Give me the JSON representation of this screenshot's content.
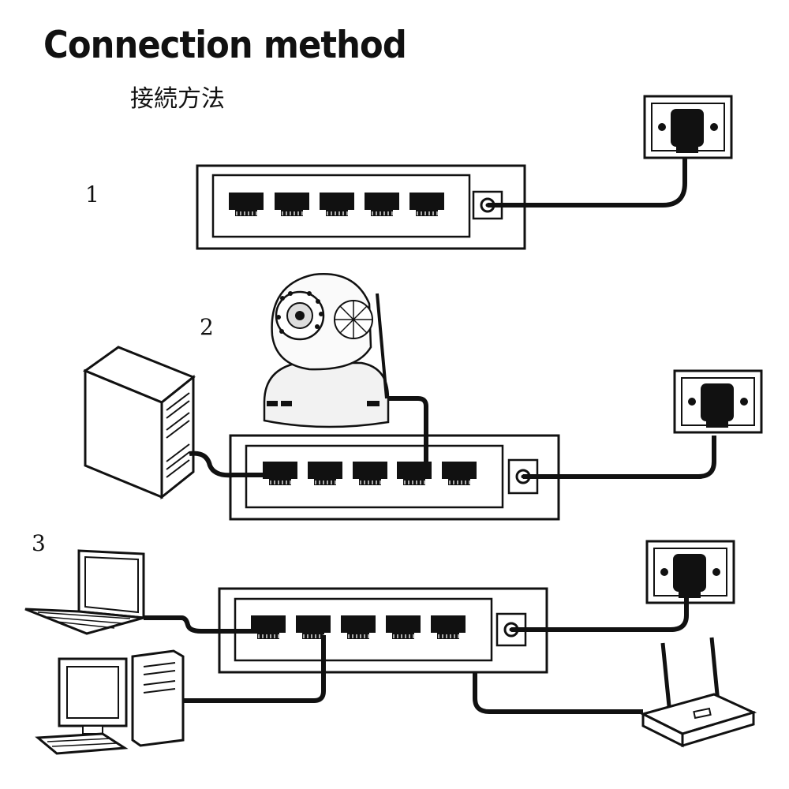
{
  "header": {
    "title": "Connection method",
    "subtitle": "接続方法"
  },
  "steps": [
    {
      "number": "1"
    },
    {
      "number": "2"
    },
    {
      "number": "3"
    }
  ],
  "colors": {
    "line": "#111111",
    "background": "#ffffff",
    "device_fill": "#f2f2f2"
  }
}
